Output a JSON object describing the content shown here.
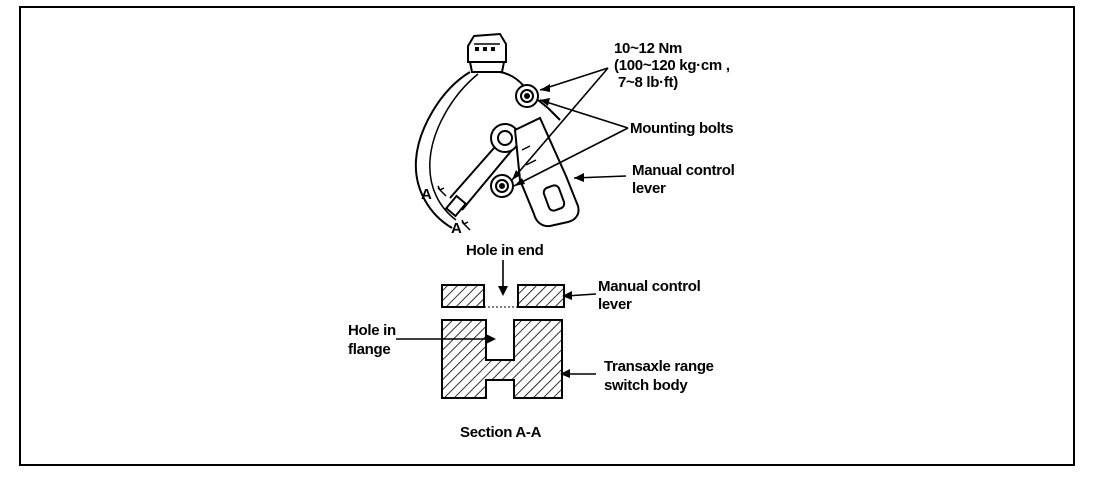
{
  "labels": {
    "torque_line1": "10~12 Nm",
    "torque_line2": "(100~120 kg·cm ,",
    "torque_line3": "7~8 lb·ft)",
    "mounting_bolts": "Mounting bolts",
    "manual_lever_top_line1": "Manual control",
    "manual_lever_top_line2": "lever",
    "a_upper": "A",
    "a_lower": "A",
    "hole_in_end": "Hole in end",
    "manual_lever_section_line1": "Manual control",
    "manual_lever_section_line2": "lever",
    "hole_in_flange_line1": "Hole in",
    "hole_in_flange_line2": "flange",
    "switch_body_line1": "Transaxle range",
    "switch_body_line2": "switch body",
    "section_title": "Section A-A"
  }
}
